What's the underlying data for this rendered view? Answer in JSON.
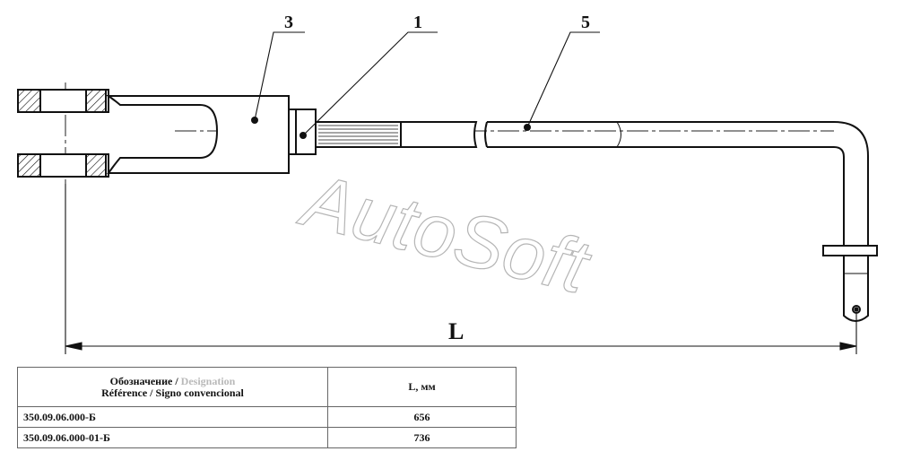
{
  "callouts": [
    "3",
    "1",
    "5"
  ],
  "dimension": {
    "label": "L"
  },
  "watermark": "AutoSoft",
  "table": {
    "header_designation_ru": "Обозначение /",
    "header_designation_en": "Designation",
    "header_designation_line2": "Référence / Signo convencional",
    "header_length": "L, мм",
    "rows": [
      {
        "designation": "350.09.06.000-Б",
        "length": "656"
      },
      {
        "designation": "350.09.06.000-01-Б",
        "length": "736"
      }
    ]
  }
}
